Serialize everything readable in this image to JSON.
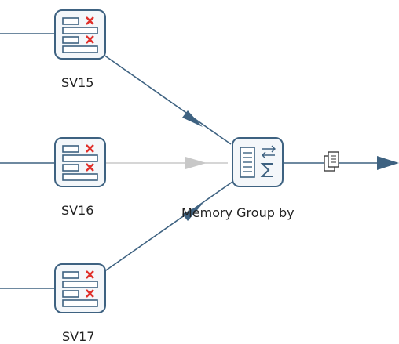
{
  "steps": {
    "sv15": {
      "label": "SV15",
      "icon": "select-values-icon"
    },
    "sv16": {
      "label": "SV16",
      "icon": "select-values-icon"
    },
    "sv17": {
      "label": "SV17",
      "icon": "select-values-icon"
    },
    "memory_group_by": {
      "label": "Memory Group by",
      "icon": "memory-group-by-icon"
    }
  },
  "hops": [
    {
      "from": "external",
      "to": "SV15",
      "enabled": true
    },
    {
      "from": "external",
      "to": "SV16",
      "enabled": true
    },
    {
      "from": "external",
      "to": "SV17",
      "enabled": true
    },
    {
      "from": "SV15",
      "to": "Memory Group by",
      "enabled": true
    },
    {
      "from": "SV16",
      "to": "Memory Group by",
      "enabled": false
    },
    {
      "from": "SV17",
      "to": "Memory Group by",
      "enabled": true
    },
    {
      "from": "Memory Group by",
      "to": "external",
      "enabled": true,
      "copy_rows": true
    }
  ],
  "colors": {
    "hop": "#3e6281",
    "hop_disabled": "#c8c8c8",
    "icon_border": "#3e6281",
    "icon_fill": "#f4f7fa",
    "error_mark": "#e0302a"
  }
}
